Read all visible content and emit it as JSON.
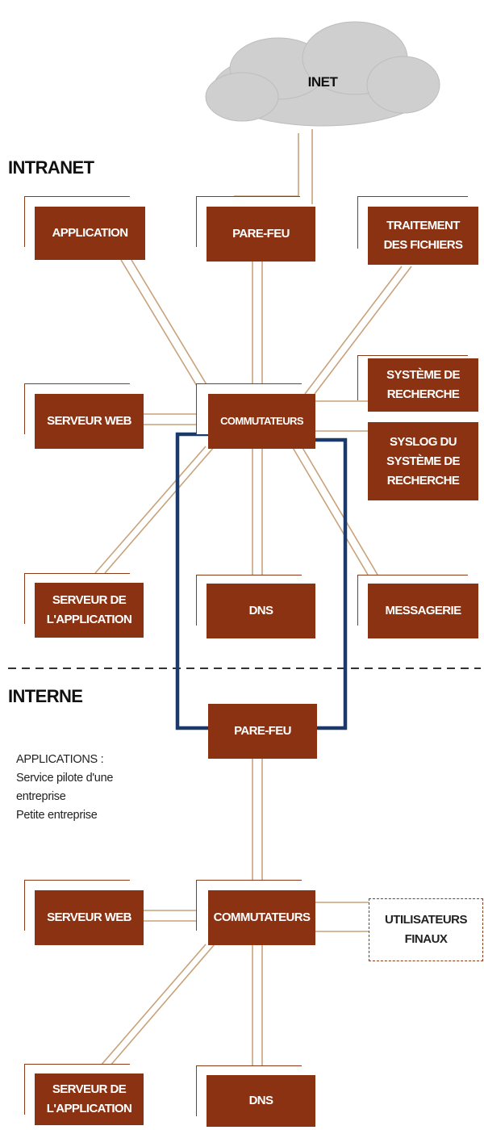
{
  "cloud": {
    "label": "INET"
  },
  "sections": {
    "intranet": "INTRANET",
    "interne": "INTERNE"
  },
  "intranet_nodes": {
    "application": [
      "APPLICATION"
    ],
    "firewall": [
      "PARE-FEU"
    ],
    "file_processing": [
      "TRAITEMENT",
      "DES FICHIERS"
    ],
    "web_server": [
      "SERVEUR WEB"
    ],
    "switches": [
      "COMMUTATEURS"
    ],
    "search_system": [
      "SYSTÈME DE",
      "RECHERCHE"
    ],
    "search_syslog": [
      "SYSLOG DU",
      "SYSTÈME DE",
      "RECHERCHE"
    ],
    "app_server": [
      "SERVEUR DE",
      "L'APPLICATION"
    ],
    "dns": [
      "DNS"
    ],
    "messaging": [
      "MESSAGERIE"
    ]
  },
  "internal_nodes": {
    "firewall": [
      "PARE-FEU"
    ],
    "web_server": [
      "SERVEUR WEB"
    ],
    "switches": [
      "COMMUTATEURS"
    ],
    "end_users": [
      "UTILISATEURS",
      "FINAUX"
    ],
    "app_server": [
      "SERVEUR DE",
      "L'APPLICATION"
    ],
    "dns": [
      "DNS"
    ]
  },
  "notes": {
    "line1": "APPLICATIONS :",
    "line2": "Service pilote d'une",
    "line3": "entreprise",
    "line4": "Petite entreprise"
  },
  "colors": {
    "box": "#8b3212",
    "link": "#c8a27a",
    "highlight": "#1b3a6b",
    "cloud": "#cfcfcf",
    "divider": "#333333"
  }
}
